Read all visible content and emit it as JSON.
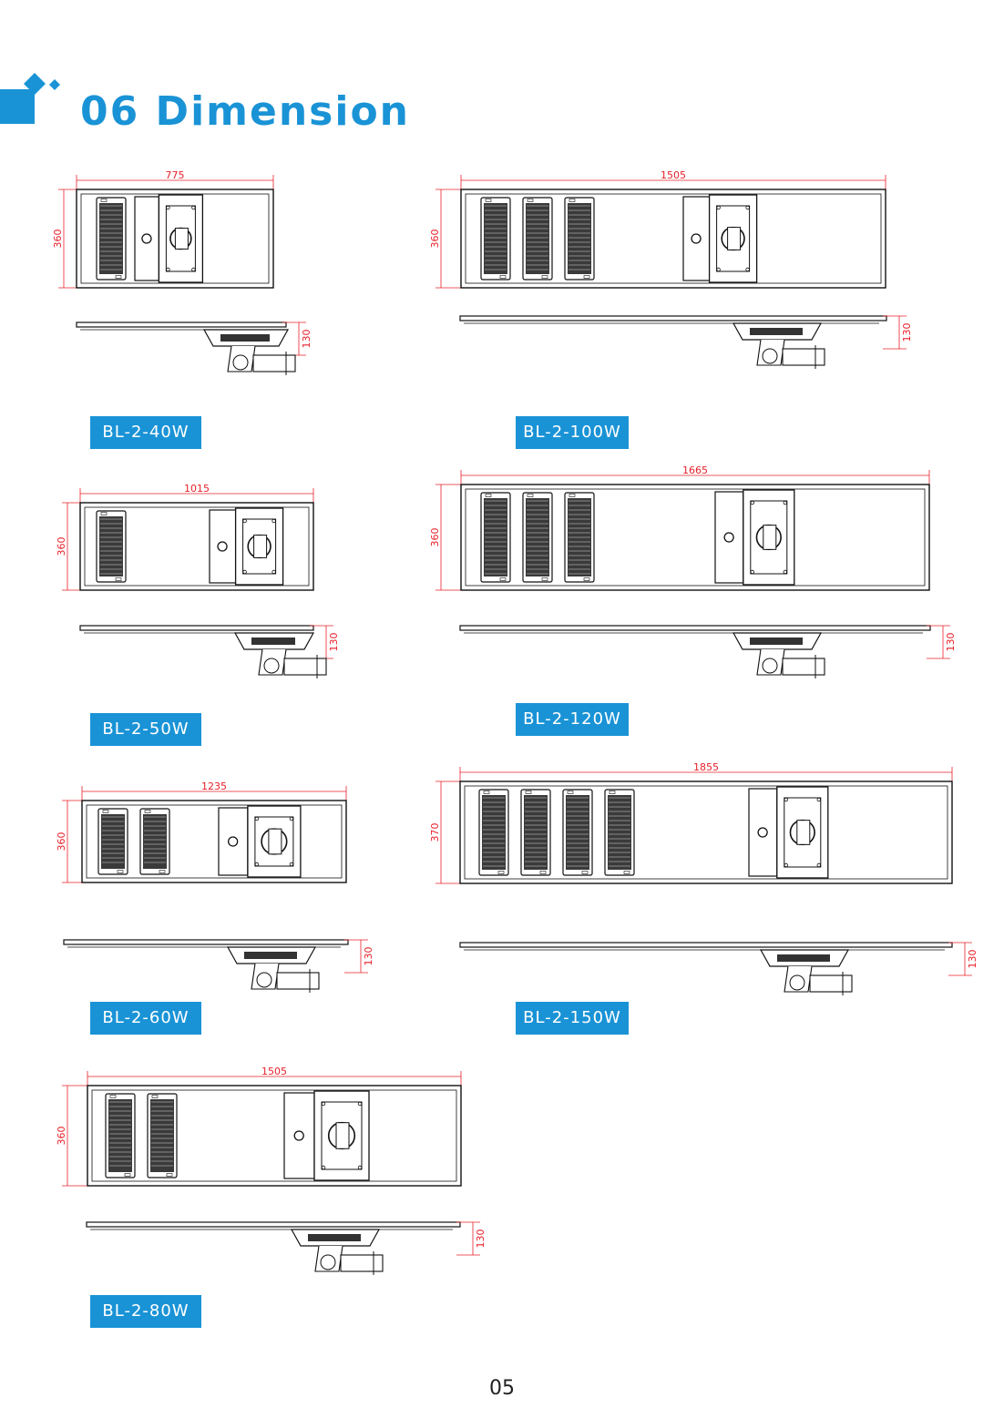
{
  "page": {
    "title": "06 Dimension",
    "page_number": "05"
  },
  "colors": {
    "accent": "#1a93d6",
    "dimension_line": "#e8202a",
    "drawing_line": "#111111"
  },
  "models": [
    {
      "label": "BL-2-40W",
      "length": "775",
      "width": "360",
      "height": "130",
      "led_modules": 1
    },
    {
      "label": "BL-2-100W",
      "length": "1505",
      "width": "360",
      "height": "130",
      "led_modules": 3
    },
    {
      "label": "BL-2-50W",
      "length": "1015",
      "width": "360",
      "height": "130",
      "led_modules": 1
    },
    {
      "label": "BL-2-120W",
      "length": "1665",
      "width": "360",
      "height": "130",
      "led_modules": 3
    },
    {
      "label": "BL-2-60W",
      "length": "1235",
      "width": "360",
      "height": "130",
      "led_modules": 2
    },
    {
      "label": "BL-2-150W",
      "length": "1855",
      "width": "370",
      "height": "130",
      "led_modules": 4
    },
    {
      "label": "BL-2-80W",
      "length": "1505",
      "width": "360",
      "height": "130",
      "led_modules": 2
    }
  ]
}
